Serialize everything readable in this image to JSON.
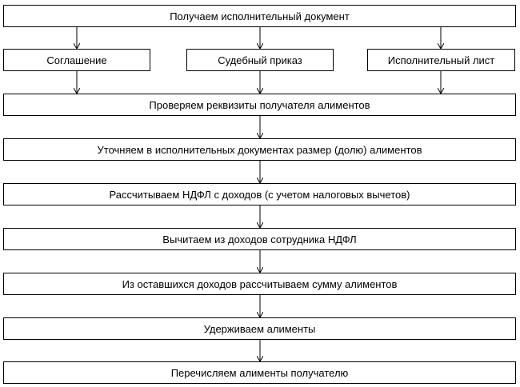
{
  "flowchart": {
    "start": "Получаем исполнительный документ",
    "documents": [
      "Соглашение",
      "Судебный приказ",
      "Исполнительный лист"
    ],
    "steps": [
      "Проверяем реквизиты получателя алиментов",
      "Уточняем в исполнительных документах размер (долю) алиментов",
      "Рассчитываем НДФЛ с доходов (с учетом налоговых вычетов)",
      "Вычитаем из доходов сотрудника НДФЛ",
      "Из оставшихся доходов рассчитываем сумму алиментов",
      "Удерживаем алименты",
      "Перечисляем алименты получателю"
    ]
  }
}
